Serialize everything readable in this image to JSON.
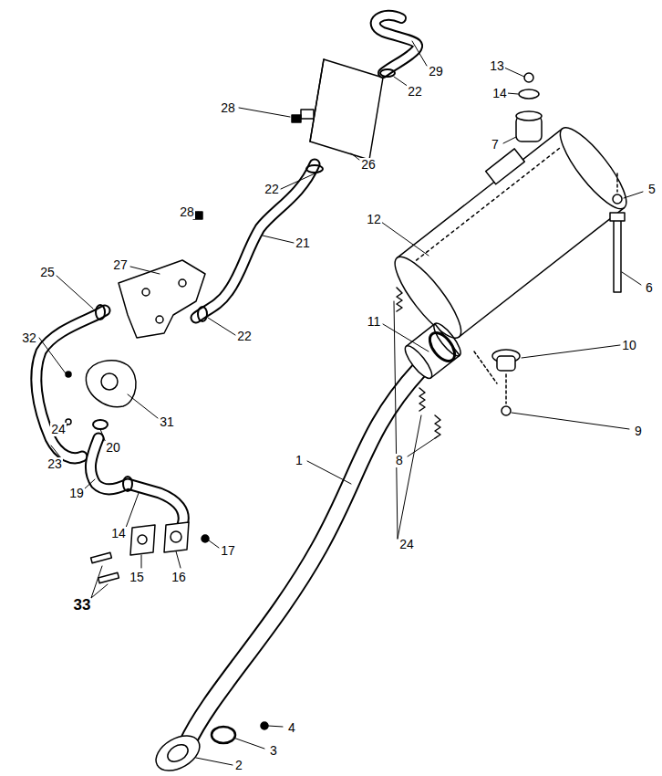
{
  "diagram": {
    "labels": [
      "29",
      "22",
      "13",
      "14",
      "7",
      "28",
      "26",
      "5",
      "12",
      "22",
      "28",
      "21",
      "6",
      "27",
      "25",
      "22",
      "32",
      "11",
      "10",
      "31",
      "24",
      "20",
      "9",
      "23",
      "8",
      "24",
      "19",
      "14",
      "17",
      "15",
      "16",
      "33",
      "1",
      "4",
      "3",
      "2"
    ]
  }
}
